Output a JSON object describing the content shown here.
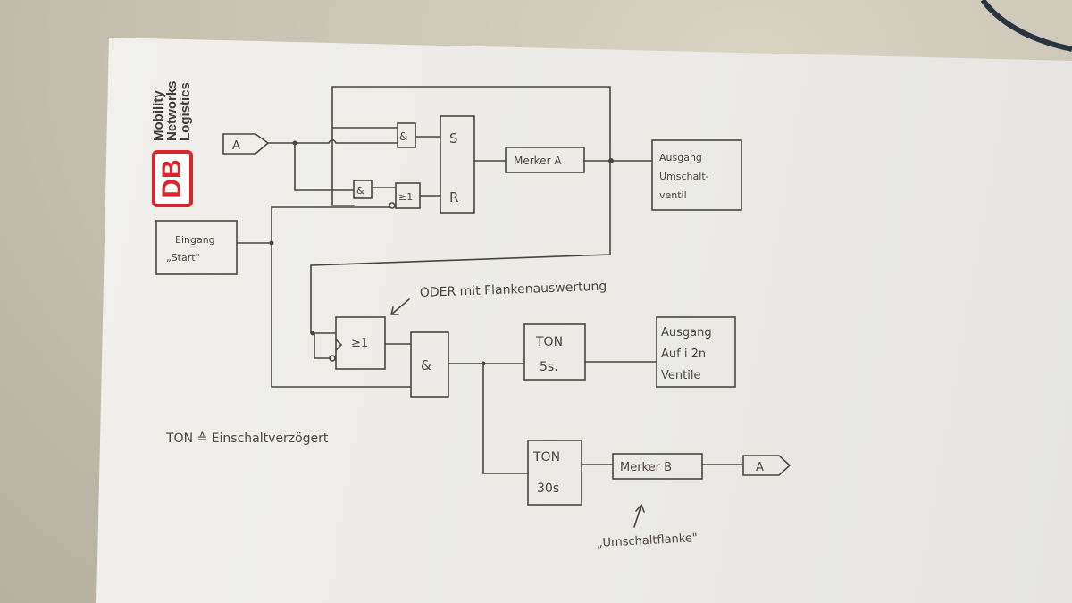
{
  "logo": {
    "brand": "DB",
    "tagline": [
      "Mobility",
      "Networks",
      "Logistics"
    ],
    "color": "#d7262e"
  },
  "blocks": {
    "connector_in": "A",
    "and_gate_1": "&",
    "and_gate_2": "&",
    "or_gate_1": "≥1",
    "sr_set": "S",
    "sr_reset": "R",
    "merker_a": "Merker A",
    "output_umschalt": [
      "Ausgang",
      "Umschalt-",
      "ventil"
    ],
    "input_start": [
      "Eingang",
      "„Start\""
    ],
    "or_edge_gate": "≥1",
    "and_gate_3": "&",
    "ton_5s": [
      "TON",
      "5s."
    ],
    "output_auf": [
      "Ausgang",
      "Auf i 2n",
      "Ventile"
    ],
    "ton_30s": [
      "TON",
      "30s"
    ],
    "merker_b": "Merker B",
    "connector_out": "A"
  },
  "annotations": {
    "oder_note": "ODER mit Flankenauswertung",
    "ton_note": "TON ≙ Einschaltverzögert",
    "flanke_note": "„Umschaltflanke\""
  },
  "colors": {
    "ink": "#4a4540",
    "paper": "#eeede9"
  }
}
